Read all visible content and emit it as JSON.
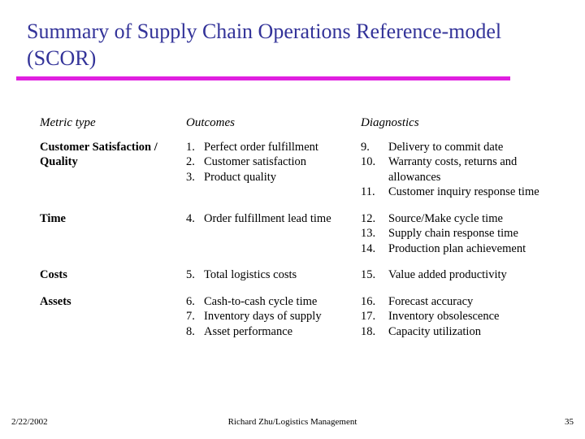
{
  "slide": {
    "title": "Summary of Supply Chain Operations Reference-model (SCOR)",
    "title_color": "#333399",
    "rule_color": "#E01FE0"
  },
  "table": {
    "headers": {
      "metric_type": "Metric type",
      "outcomes": "Outcomes",
      "diagnostics": "Diagnostics"
    },
    "rows": [
      {
        "metric_type": "Customer Satisfaction / Quality",
        "outcomes": [
          {
            "num": "1.",
            "text": "Perfect order fulfillment"
          },
          {
            "num": "2.",
            "text": "Customer satisfaction"
          },
          {
            "num": "3.",
            "text": "Product quality"
          }
        ],
        "diagnostics": [
          {
            "num": "9.",
            "text": "Delivery to commit date"
          },
          {
            "num": "10.",
            "text": "Warranty costs, returns and allowances"
          },
          {
            "num": "11.",
            "text": "Customer inquiry response time"
          }
        ]
      },
      {
        "metric_type": "Time",
        "outcomes": [
          {
            "num": "4.",
            "text": "Order fulfillment lead time"
          }
        ],
        "diagnostics": [
          {
            "num": "12.",
            "text": "Source/Make cycle time"
          },
          {
            "num": "13.",
            "text": "Supply chain response time"
          },
          {
            "num": "14.",
            "text": "Production plan achievement"
          }
        ]
      },
      {
        "metric_type": "Costs",
        "outcomes": [
          {
            "num": "5.",
            "text": "Total logistics costs"
          }
        ],
        "diagnostics": [
          {
            "num": "15.",
            "text": "Value added productivity"
          }
        ]
      },
      {
        "metric_type": "Assets",
        "outcomes": [
          {
            "num": "6.",
            "text": "Cash-to-cash cycle time"
          },
          {
            "num": "7.",
            "text": "Inventory days of supply"
          },
          {
            "num": "8.",
            "text": "Asset performance"
          }
        ],
        "diagnostics": [
          {
            "num": "16.",
            "text": "Forecast accuracy"
          },
          {
            "num": "17.",
            "text": "Inventory obsolescence"
          },
          {
            "num": "18.",
            "text": "Capacity utilization"
          }
        ]
      }
    ]
  },
  "footer": {
    "date": "2/22/2002",
    "center": "Richard Zhu/Logistics Management",
    "page": "35"
  }
}
